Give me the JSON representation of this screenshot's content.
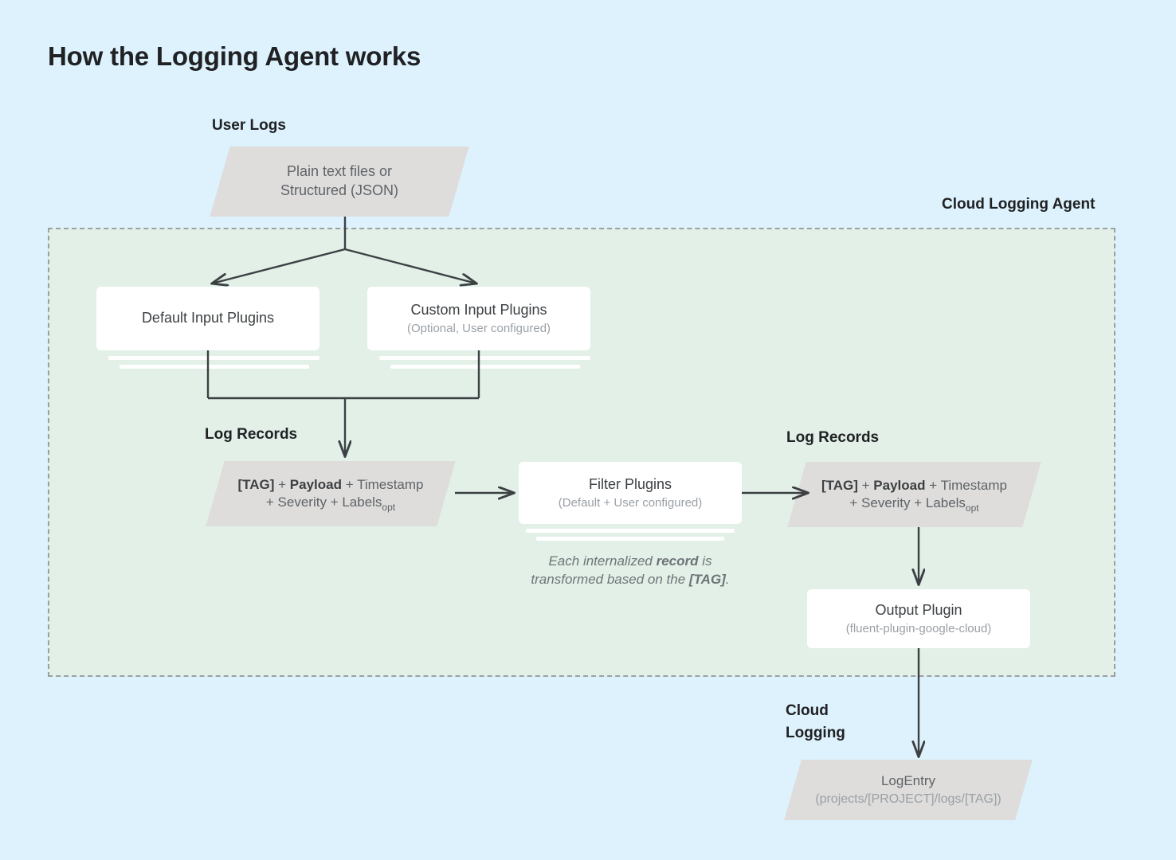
{
  "title": "How the Logging Agent works",
  "colors": {
    "page_background": "#ddf2fc",
    "agent_container_fill": "#e2f0e8",
    "agent_container_border": "#9aa0a6",
    "parallelogram_fill": "#dedddb",
    "node_fill": "#ffffff",
    "connector_stroke": "#3c4043",
    "text_primary": "#202124",
    "text_secondary": "#5f6368",
    "text_muted": "#9aa0a6"
  },
  "labels": {
    "user_logs": "User Logs",
    "cloud_logging_agent": "Cloud Logging Agent",
    "log_records_left": "Log Records",
    "log_records_right": "Log Records",
    "cloud_logging": "Cloud\nLogging",
    "cloud_logging_line1": "Cloud",
    "cloud_logging_line2": "Logging"
  },
  "nodes": {
    "user_logs_source": {
      "shape": "parallelogram",
      "line1": "Plain text files or",
      "line2": "Structured (JSON)"
    },
    "default_input_plugins": {
      "shape": "stacked-box",
      "title": "Default Input Plugins",
      "subtitle": ""
    },
    "custom_input_plugins": {
      "shape": "stacked-box",
      "title": "Custom Input Plugins",
      "subtitle": "(Optional, User configured)"
    },
    "log_record_left": {
      "shape": "parallelogram",
      "tag": "[TAG]",
      "plus1": " + ",
      "payload": "Payload",
      "rest1": " + Timestamp",
      "line2_prefix": "+ Severity + Labels",
      "line2_sub": "opt"
    },
    "filter_plugins": {
      "shape": "stacked-box",
      "title": "Filter Plugins",
      "subtitle": "(Default + User configured)"
    },
    "log_record_right": {
      "shape": "parallelogram",
      "tag": "[TAG]",
      "plus1": " + ",
      "payload": "Payload",
      "rest1": " + Timestamp",
      "line2_prefix": "+ Severity + Labels",
      "line2_sub": "opt"
    },
    "output_plugin": {
      "shape": "box",
      "title": "Output Plugin",
      "subtitle": "(fluent-plugin-google-cloud)"
    },
    "log_entry": {
      "shape": "parallelogram",
      "title": "LogEntry",
      "subtitle": "(projects/[PROJECT]/logs/[TAG])"
    }
  },
  "notes": {
    "transform_note_part1": "Each internalized ",
    "transform_note_bold1": "record",
    "transform_note_part2": " is transformed based on the ",
    "transform_note_bold2": "[TAG]",
    "transform_note_part3": ".",
    "transform_note_line1": "Each internalized record is",
    "transform_note_line2": "transformed based on the [TAG]."
  }
}
